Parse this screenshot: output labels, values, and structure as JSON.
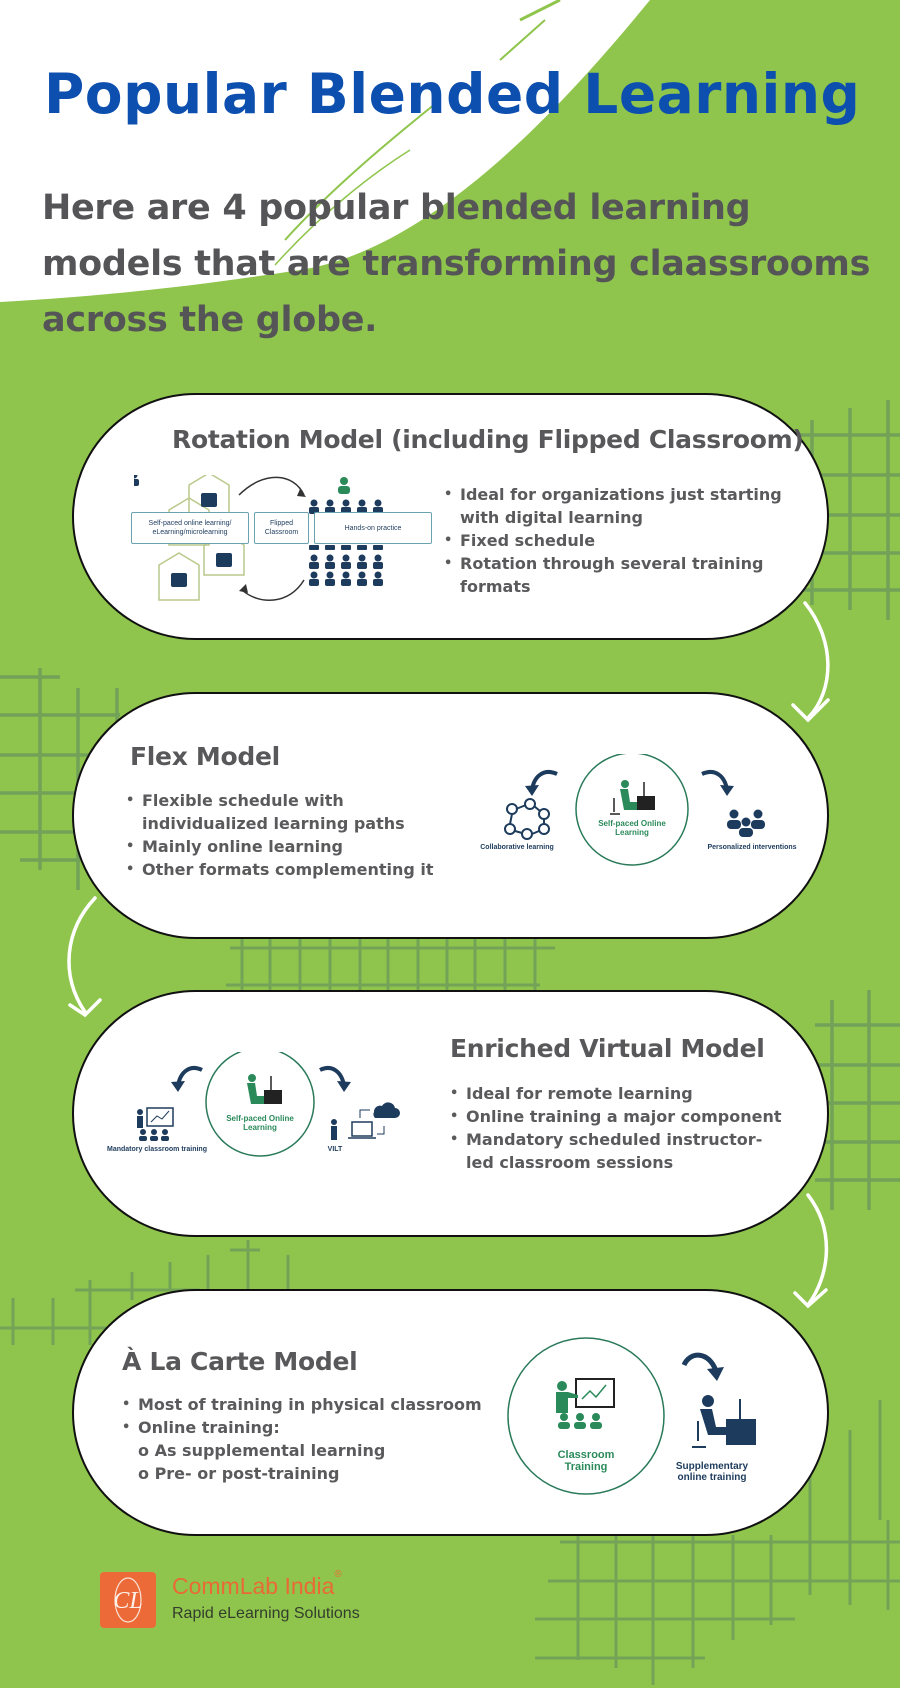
{
  "header": {
    "title": "Popular Blended Learning",
    "subtitle": "Here are 4 popular blended learning models that are transforming claassrooms across the globe."
  },
  "colors": {
    "background_green": "#8fc54c",
    "grid_green": "#6f9e5a",
    "title_blue": "#0d4fae",
    "text_gray": "#58585a",
    "icon_navy": "#1d3b5c",
    "icon_green": "#2a8a5a",
    "logo_orange": "#ec6a38"
  },
  "models": [
    {
      "title": "Rotation Model (including Flipped Classroom)",
      "bullets": [
        "Ideal for organizations just starting with digital learning",
        "Fixed schedule",
        "Rotation through several training formats"
      ],
      "diagram": {
        "boxes": [
          "Self-paced online learning/ eLearning/microlearning",
          "Flipped Classroom",
          "Hands-on practice"
        ],
        "icons": [
          "house-laptop-icon",
          "classroom-grid-icon",
          "instructor-icon",
          "cycle-arrow-icon"
        ]
      }
    },
    {
      "title": "Flex Model",
      "bullets": [
        "Flexible schedule with individualized learning paths",
        "Mainly online learning",
        "Other formats complementing it"
      ],
      "diagram": {
        "center_label": "Self-paced Online Learning",
        "left_label": "Collaborative learning",
        "right_label": "Personalized interventions"
      }
    },
    {
      "title": "Enriched Virtual Model",
      "bullets": [
        "Ideal for remote learning",
        "Online training a major component",
        "Mandatory scheduled instructor-led classroom sessions"
      ],
      "diagram": {
        "center_label": "Self-paced Online Learning",
        "left_label": "Mandatory classroom training",
        "right_label": "VILT"
      }
    },
    {
      "title": "À La Carte Model",
      "bullets": [
        "Most of training in physical classroom",
        "Online training:"
      ],
      "sub_bullets": [
        "o As supplemental learning",
        "o Pre- or post-training"
      ],
      "diagram": {
        "center_label": "Classroom Training",
        "right_label": "Supplementary online training"
      }
    }
  ],
  "footer": {
    "logo_mark": "CL",
    "brand": "CommLab India",
    "registered": "®",
    "tagline": "Rapid eLearning Solutions"
  }
}
